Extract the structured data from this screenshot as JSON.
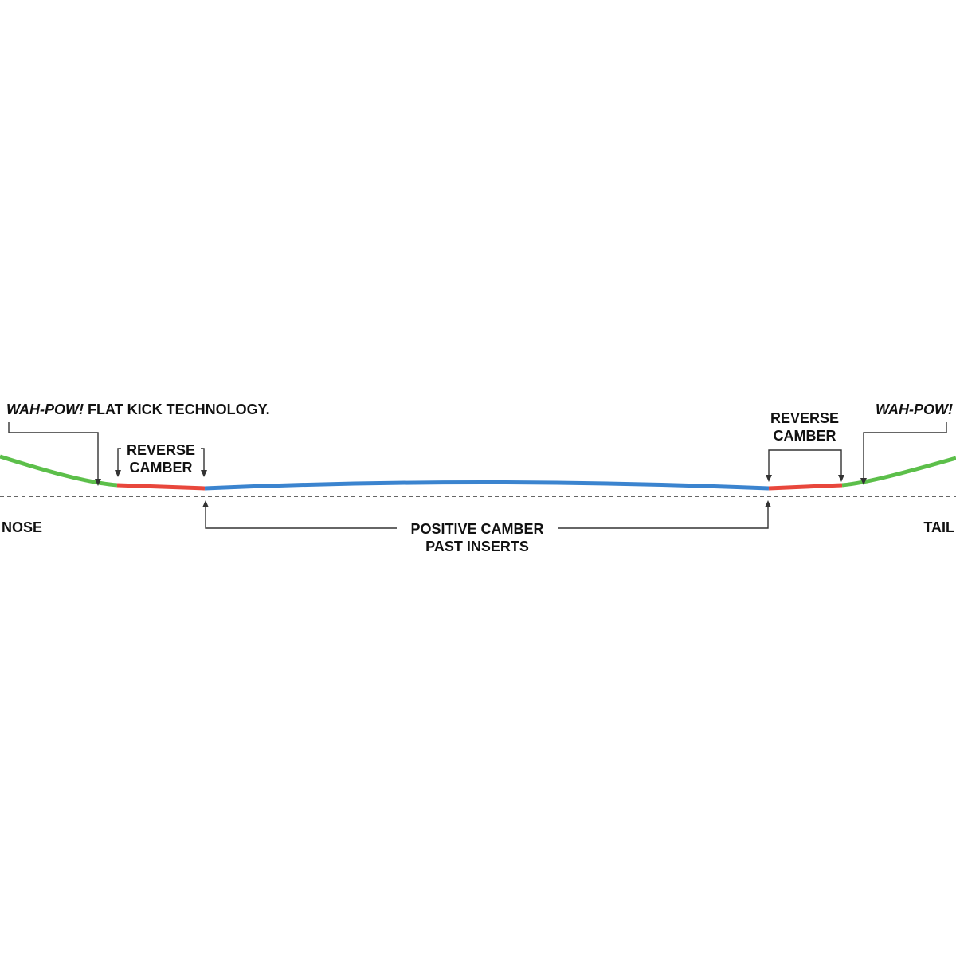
{
  "labels": {
    "nose": "NOSE",
    "tail": "TAIL",
    "nose_kick_em": "WAH-POW!",
    "nose_kick_rest": " FLAT KICK TECHNOLOGY.",
    "tail_kick": "WAH-POW!",
    "reverse_left_line1": "REVERSE",
    "reverse_left_line2": "CAMBER",
    "reverse_right_line1": "REVERSE",
    "reverse_right_line2": "CAMBER",
    "positive_line1": "POSITIVE CAMBER",
    "positive_line2": "PAST INSERTS"
  },
  "colors": {
    "kick": "#5cbf4a",
    "reverse_camber": "#e8473c",
    "positive_camber": "#3b84cf",
    "ink": "#111111"
  },
  "zones": [
    {
      "id": "nose-kick",
      "label": "WAH-POW! FLAT KICK TECHNOLOGY.",
      "color": "kick"
    },
    {
      "id": "nose-reverse-camber",
      "label": "REVERSE CAMBER",
      "color": "reverse_camber"
    },
    {
      "id": "positive-camber",
      "label": "POSITIVE CAMBER PAST INSERTS",
      "color": "positive_camber"
    },
    {
      "id": "tail-reverse-camber",
      "label": "REVERSE CAMBER",
      "color": "reverse_camber"
    },
    {
      "id": "tail-kick",
      "label": "WAH-POW!",
      "color": "kick"
    }
  ]
}
